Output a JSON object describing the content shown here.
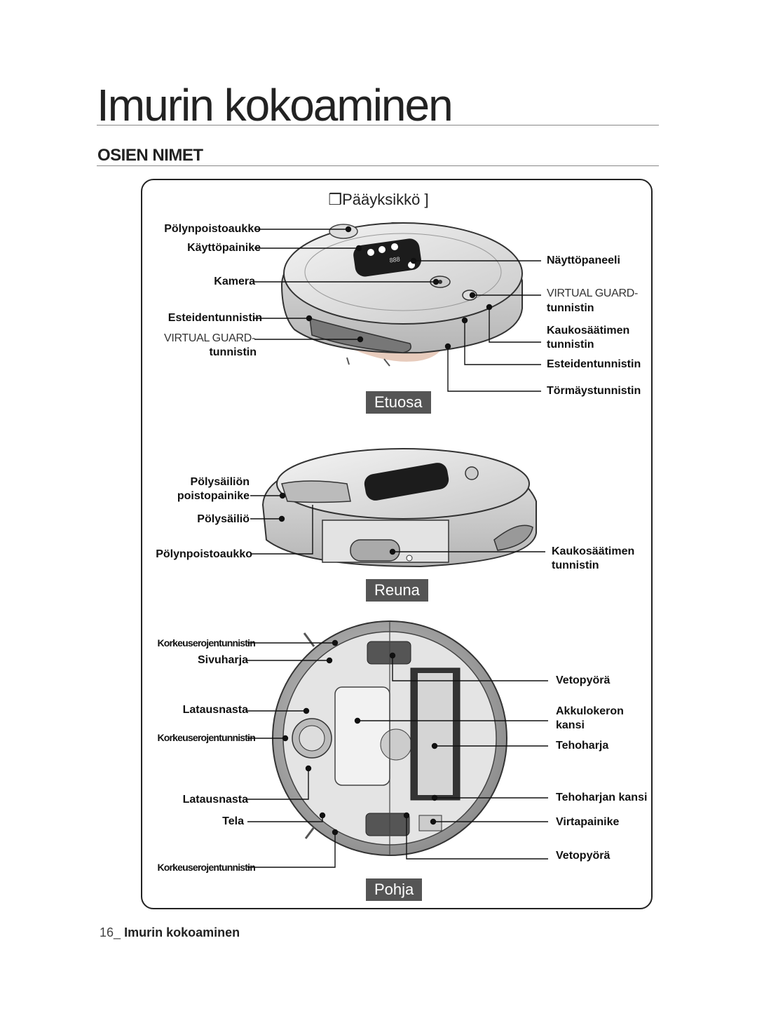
{
  "page": {
    "title": "Imurin kokoaminen",
    "section": "OSIEN NIMET",
    "box_title": "❒Pääyksikkö ]"
  },
  "views": {
    "front": "Etuosa",
    "side": "Reuna",
    "bottom": "Pohja"
  },
  "front_labels": {
    "dust_outlet": "Pölynpoistoaukko",
    "operation_button": "Käyttöpainike",
    "camera": "Kamera",
    "obstacle_sensor_left": "Esteidentunnistin",
    "vg_sensor_left_1": "VIRTUAL GUARD-",
    "vg_sensor_left_2": "tunnistin",
    "display_panel": "Näyttöpaneeli",
    "vg_sensor_right_1": "VIRTUAL GUARD-",
    "vg_sensor_right_2": "tunnistin",
    "remote_sensor_1": "Kaukosäätimen",
    "remote_sensor_2": "tunnistin",
    "obstacle_sensor_right": "Esteidentunnistin",
    "bump_sensor": "Törmäystunnistin"
  },
  "side_labels": {
    "dustbin_release_1": "Pölysäiliön",
    "dustbin_release_2": "poistopainike",
    "dustbin": "Pölysäiliö",
    "dust_outlet": "Pölynpoistoaukko",
    "remote_sensor_1": "Kaukosäätimen",
    "remote_sensor_2": "tunnistin"
  },
  "bottom_labels": {
    "cliff_sensor_1": "Korkeuserojentunnistin",
    "side_brush": "Sivuharja",
    "charging_pin_1": "Latausnasta",
    "cliff_sensor_2": "Korkeuserojentunnistin",
    "charging_pin_2": "Latausnasta",
    "caster": "Tela",
    "cliff_sensor_3": "Korkeuserojentunnistin",
    "drive_wheel_1": "Vetopyörä",
    "battery_cover_1": "Akkulokeron",
    "battery_cover_2": "kansi",
    "main_brush": "Tehoharja",
    "main_brush_cover": "Tehoharjan kansi",
    "power_button": "Virtapainike",
    "drive_wheel_2": "Vetopyörä"
  },
  "footer": {
    "page_number": "16_",
    "chapter": "Imurin kokoaminen"
  }
}
